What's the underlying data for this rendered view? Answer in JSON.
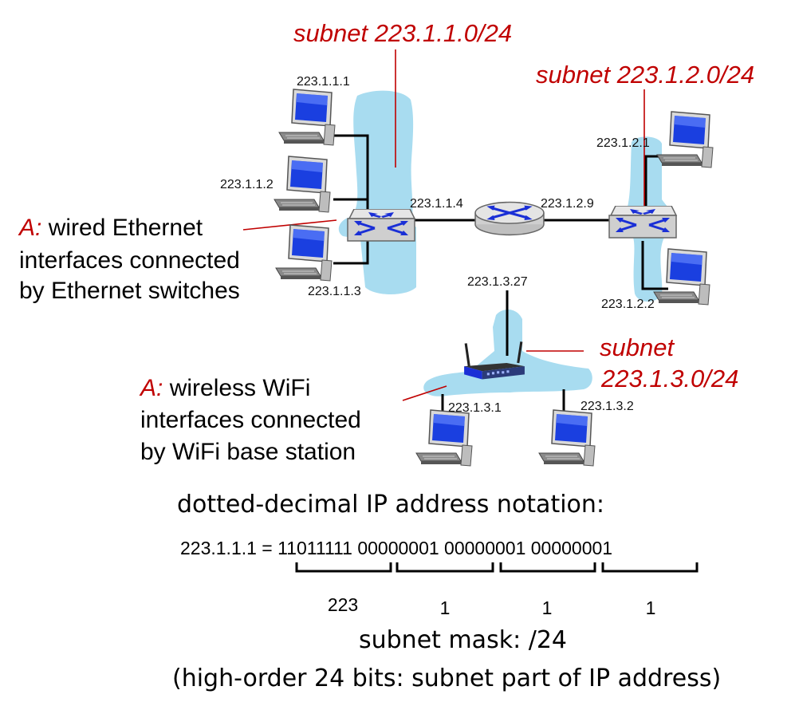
{
  "subnets": {
    "s1": {
      "title": "subnet 223.1.1.0/24"
    },
    "s2": {
      "title": "subnet 223.1.2.0/24"
    },
    "s3": {
      "word": "subnet",
      "addr": "223.1.3.0/24"
    }
  },
  "addresses": {
    "h111": "223.1.1.1",
    "h112": "223.1.1.2",
    "h113": "223.1.1.3",
    "r114": "223.1.1.4",
    "r129": "223.1.2.9",
    "r1327": "223.1.3.27",
    "h121": "223.1.2.1",
    "h122": "223.1.2.2",
    "h131": "223.1.3.1",
    "h132": "223.1.3.2"
  },
  "annotations": {
    "ethernet": {
      "prefix": "A:",
      "line1": " wired Ethernet",
      "line2": "interfaces connected",
      "line3": "by Ethernet switches"
    },
    "wifi": {
      "prefix": "A:",
      "line1": " wireless WiFi",
      "line2": "interfaces connected",
      "line3": "by WiFi base station"
    }
  },
  "notation": {
    "heading": "dotted-decimal IP address notation:",
    "equation": "223.1.1.1 = 11011111 00000001 00000001 00000001",
    "decimals": [
      "223",
      "1",
      "1",
      "1"
    ],
    "mask": "subnet mask: /24",
    "mask_note": "(high-order 24 bits: subnet part of IP address)"
  },
  "colors": {
    "subnet_fill": "#a8dcf0",
    "accent_red": "#c00000",
    "device_blue": "#1a2fd6"
  },
  "icons": [
    "host-computer-icon",
    "ethernet-switch-icon",
    "router-icon",
    "wifi-access-point-icon"
  ]
}
